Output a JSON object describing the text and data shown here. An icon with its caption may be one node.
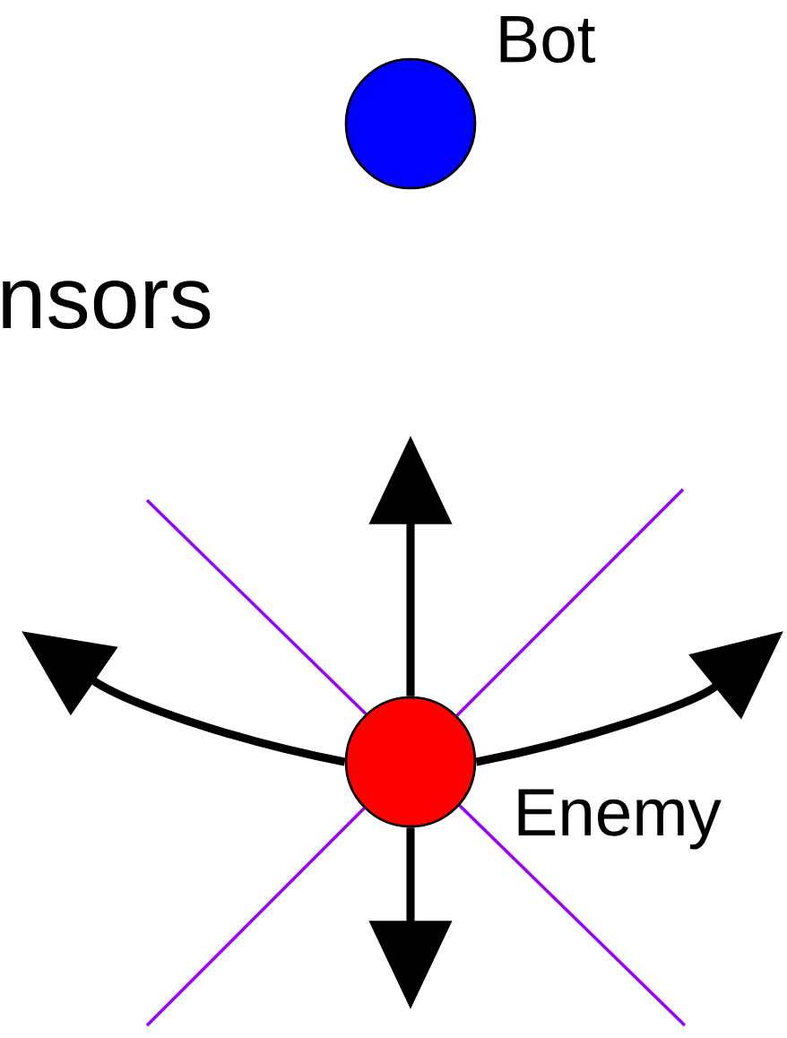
{
  "diagram": {
    "nodes": [
      {
        "text": [],
        "shape": "circle",
        "beside": [
          "Bot"
        ]
      },
      {
        "text": [],
        "shape": "circle",
        "beside": [
          "Enemy"
        ]
      }
    ],
    "edges": [
      {
        "from": 1,
        "to": null,
        "arrow": "to"
      },
      {
        "from": 1,
        "to": null,
        "arrow": "to"
      },
      {
        "from": 1,
        "to": null,
        "arrow": "to"
      },
      {
        "from": 1,
        "to": null,
        "arrow": "to"
      }
    ],
    "labels": [
      "nsors"
    ]
  }
}
